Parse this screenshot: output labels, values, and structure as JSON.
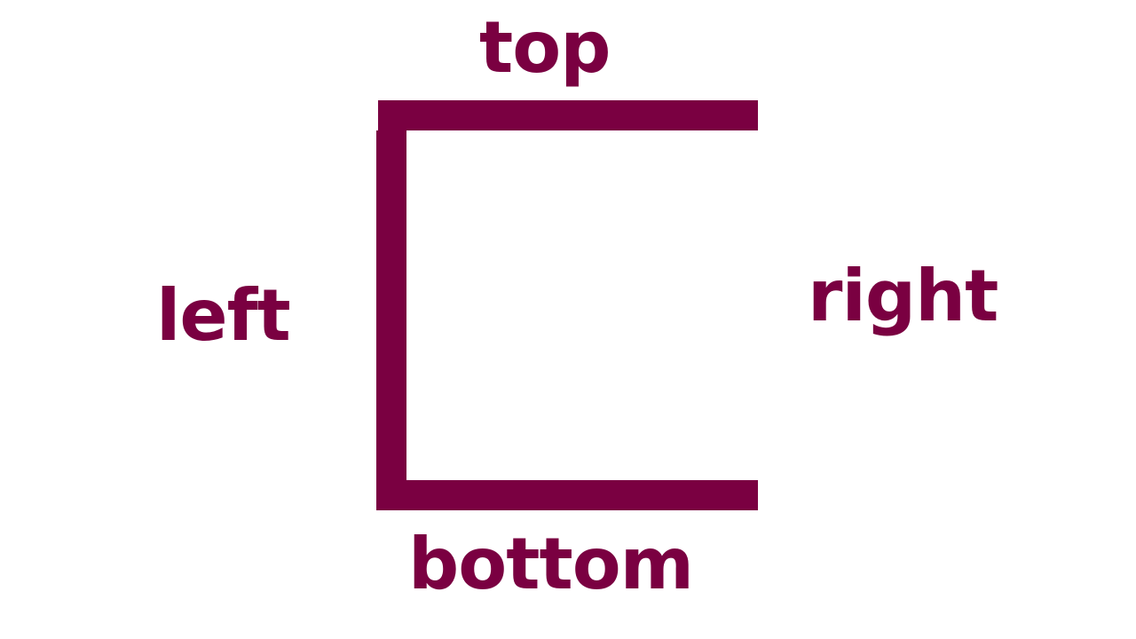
{
  "colors": {
    "accent": "#7a0041",
    "background": "#ffffff"
  },
  "labels": {
    "top": "top",
    "left": "left",
    "right": "right",
    "bottom": "bottom"
  }
}
